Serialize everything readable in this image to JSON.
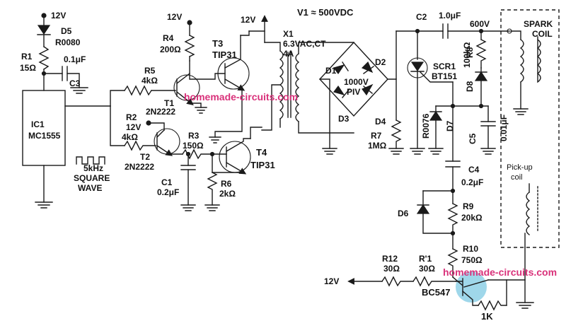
{
  "colors": {
    "ink": "#1a1a1a",
    "watermark": "#d9317a",
    "highlight": "#9fd7ea"
  },
  "supply": {
    "label": "12V"
  },
  "d5": {
    "label": "D5",
    "value": "R0080"
  },
  "r1": {
    "label": "R1",
    "value": "15Ω"
  },
  "c3": {
    "label": "C3",
    "value": "0.1μF"
  },
  "ic1": {
    "label": "IC1",
    "part": "MC1555"
  },
  "square_wave": {
    "freq": "5kHz",
    "line1": "SQUARE",
    "line2": "WAVE"
  },
  "r4": {
    "label": "R4",
    "value": "200Ω",
    "supply": "12V"
  },
  "r5": {
    "label": "R5",
    "value": "4kΩ"
  },
  "t1": {
    "label": "T1",
    "part": "2N2222"
  },
  "t3": {
    "label": "T3",
    "part": "TIP31"
  },
  "r2": {
    "label": "R2",
    "value": "4kΩ",
    "supply": "12V"
  },
  "t2": {
    "label": "T2",
    "part": "2N2222"
  },
  "r3": {
    "label": "R3",
    "value": "150Ω"
  },
  "c1": {
    "label": "C1",
    "value": "0.2μF"
  },
  "r6": {
    "label": "R6",
    "value": "2kΩ"
  },
  "t4": {
    "label": "T4",
    "part": "TIP31"
  },
  "x1": {
    "label": "X1",
    "rating": "6.3VAC,CT",
    "current": "4A",
    "supply": "12V"
  },
  "v1": {
    "text": "V1 ≈ 500VDC"
  },
  "bridge": {
    "d1": "D1",
    "d2": "D2",
    "d3": "D3",
    "d4": "D4",
    "rating_v": "1000V",
    "rating_piv": "PIV"
  },
  "r7": {
    "label": "R7",
    "value": "1MΩ"
  },
  "c2": {
    "label": "C2",
    "value": "1.0μF",
    "voltage": "600V"
  },
  "scr1": {
    "label": "SCR1",
    "part": "BT151"
  },
  "r8": {
    "label": "R8",
    "value": "100kΩ"
  },
  "d8": {
    "label": "D8"
  },
  "d7": {
    "label": "D7",
    "part": "R0076"
  },
  "c5": {
    "label": "C5",
    "value": "0.01μF"
  },
  "spark_coil": {
    "line1": "SPARK",
    "line2": "COIL"
  },
  "c4": {
    "label": "C4",
    "value": "0.2μF"
  },
  "pickup": {
    "line1": "Pick-up",
    "line2": "coil"
  },
  "d6": {
    "label": "D6"
  },
  "r9": {
    "label": "R9",
    "value": "20kΩ"
  },
  "r10": {
    "label": "R10",
    "value": "750Ω"
  },
  "r12": {
    "label": "R12",
    "value": "30Ω"
  },
  "r11": {
    "label": "R'1",
    "value": "30Ω"
  },
  "input": {
    "label": "12V"
  },
  "q5": {
    "part": "BC547"
  },
  "r_1k": {
    "value": "1K"
  },
  "watermark": {
    "text": "homemade-circuits.com"
  }
}
